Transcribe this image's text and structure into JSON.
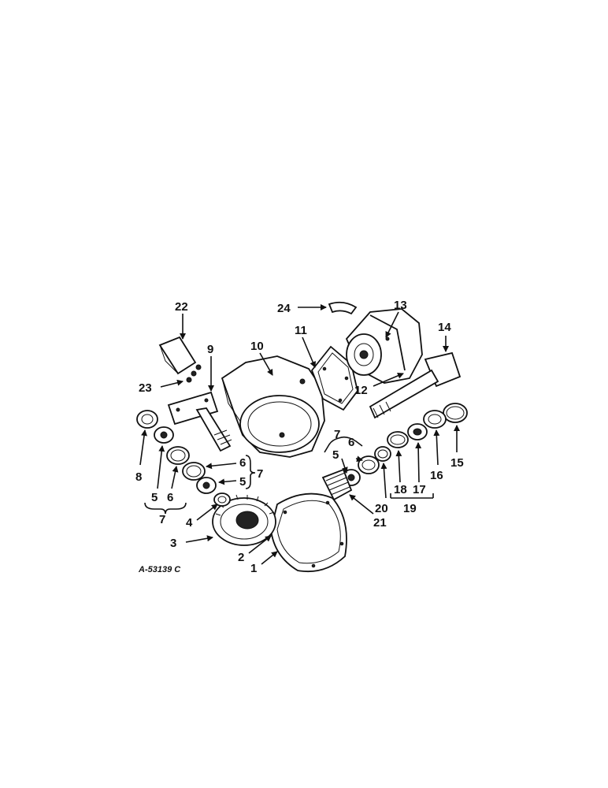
{
  "figure_id": "A-53139 C",
  "callouts": {
    "c1": "1",
    "c2": "2",
    "c3": "3",
    "c4": "4",
    "c5a": "5",
    "c5b": "5",
    "c5c": "5",
    "c6a": "6",
    "c6b": "6",
    "c6c": "6",
    "c7a": "7",
    "c7b": "7",
    "c7c": "7",
    "c8": "8",
    "c9": "9",
    "c10": "10",
    "c11": "11",
    "c12": "12",
    "c13": "13",
    "c14": "14",
    "c15": "15",
    "c16": "16",
    "c17": "17",
    "c18": "18",
    "c19": "19",
    "c20": "20",
    "c21": "21",
    "c22": "22",
    "c23": "23",
    "c24": "24"
  }
}
